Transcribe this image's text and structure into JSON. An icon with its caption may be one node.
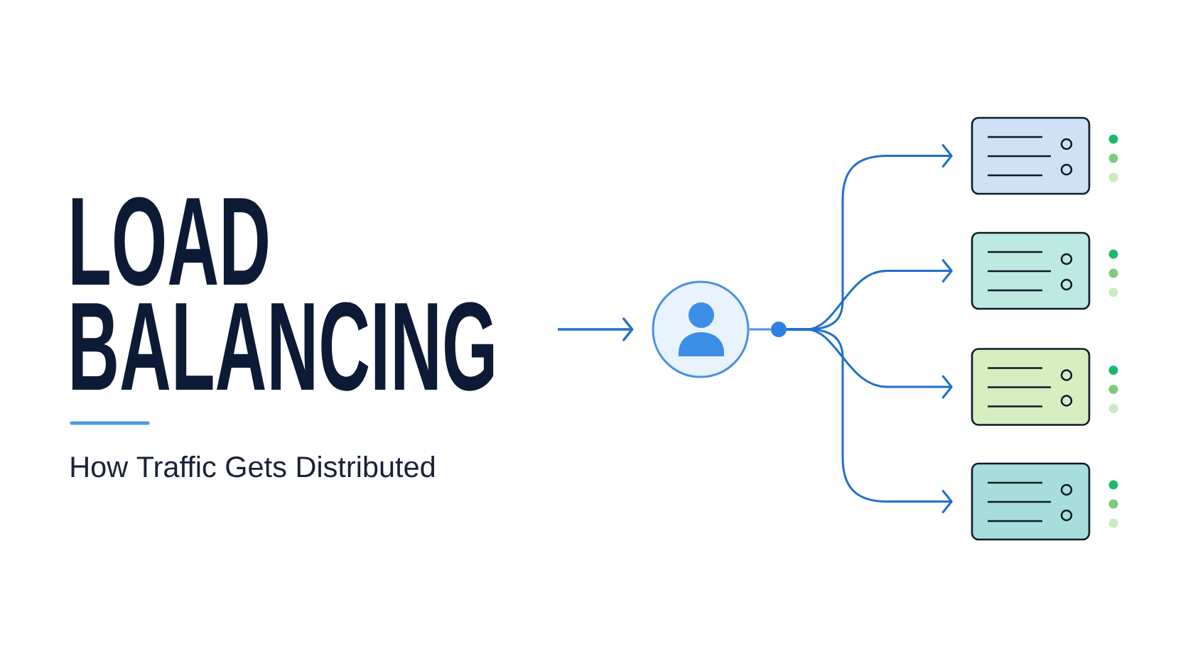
{
  "diagram": {
    "title": "LOAD BALANCING",
    "caption": "How Traffic Gets Distributed",
    "nodes": [
      {
        "text": [],
        "shape": "person"
      },
      {
        "text": [],
        "shape": "circle"
      },
      {
        "text": [],
        "shape": "box"
      },
      {
        "text": [],
        "shape": "box"
      },
      {
        "text": [],
        "shape": "box"
      },
      {
        "text": [],
        "shape": "box"
      }
    ],
    "edges": [
      {
        "from": null,
        "to": 0,
        "arrow": "to"
      },
      {
        "from": 0,
        "to": 1,
        "arrow": "none",
        "color": "#4a90e2"
      },
      {
        "from": 1,
        "to": 2,
        "arrow": "to"
      },
      {
        "from": 1,
        "to": 3,
        "arrow": "to"
      },
      {
        "from": 1,
        "to": 4,
        "arrow": "to"
      },
      {
        "from": 1,
        "to": 5,
        "arrow": "to"
      }
    ]
  }
}
